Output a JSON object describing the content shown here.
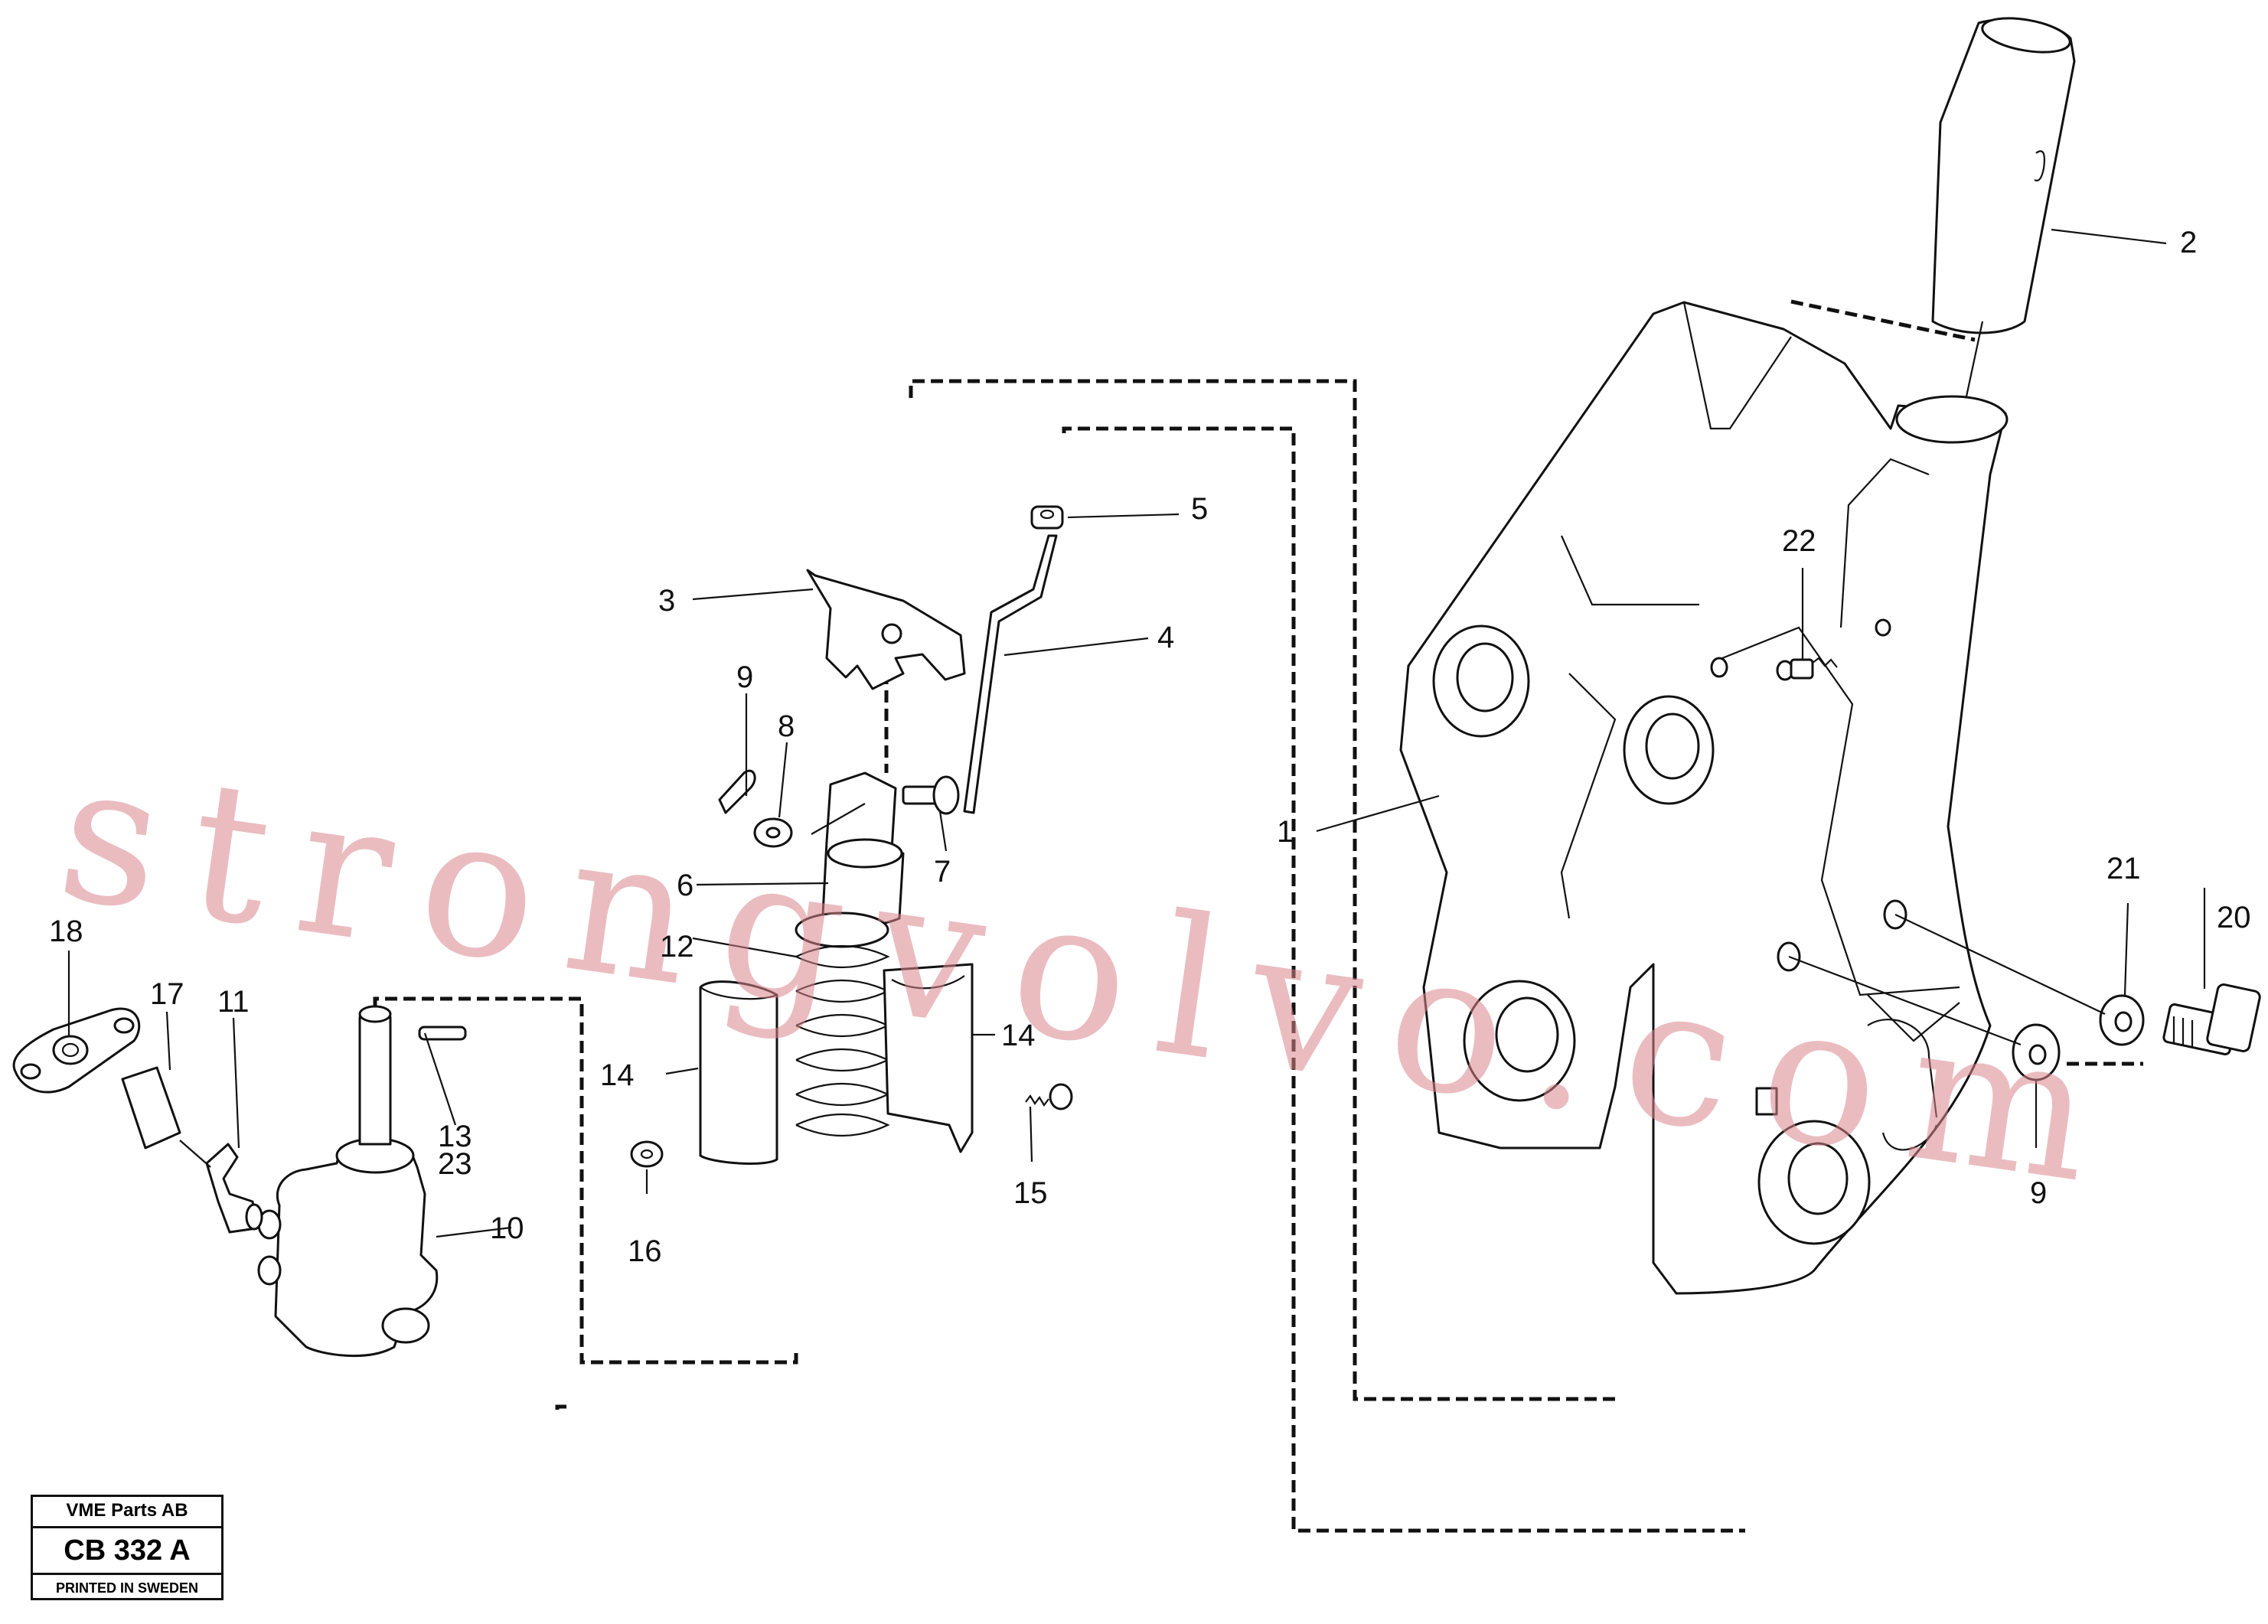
{
  "callouts": {
    "c1": "1",
    "c2": "2",
    "c3": "3",
    "c4": "4",
    "c5": "5",
    "c6": "6",
    "c7": "7",
    "c8": "8",
    "c9a": "9",
    "c9b": "9",
    "c10": "10",
    "c11": "11",
    "c12": "12",
    "c13": "13",
    "c14a": "14",
    "c14b": "14",
    "c15": "15",
    "c16": "16",
    "c17": "17",
    "c18": "18",
    "c20": "20",
    "c21": "21",
    "c22": "22",
    "c23": "23"
  },
  "watermark": "strongvolvo.com",
  "stamp": {
    "company": "VME Parts AB",
    "drawing_no": "CB 332 A",
    "printed": "PRINTED IN SWEDEN"
  }
}
